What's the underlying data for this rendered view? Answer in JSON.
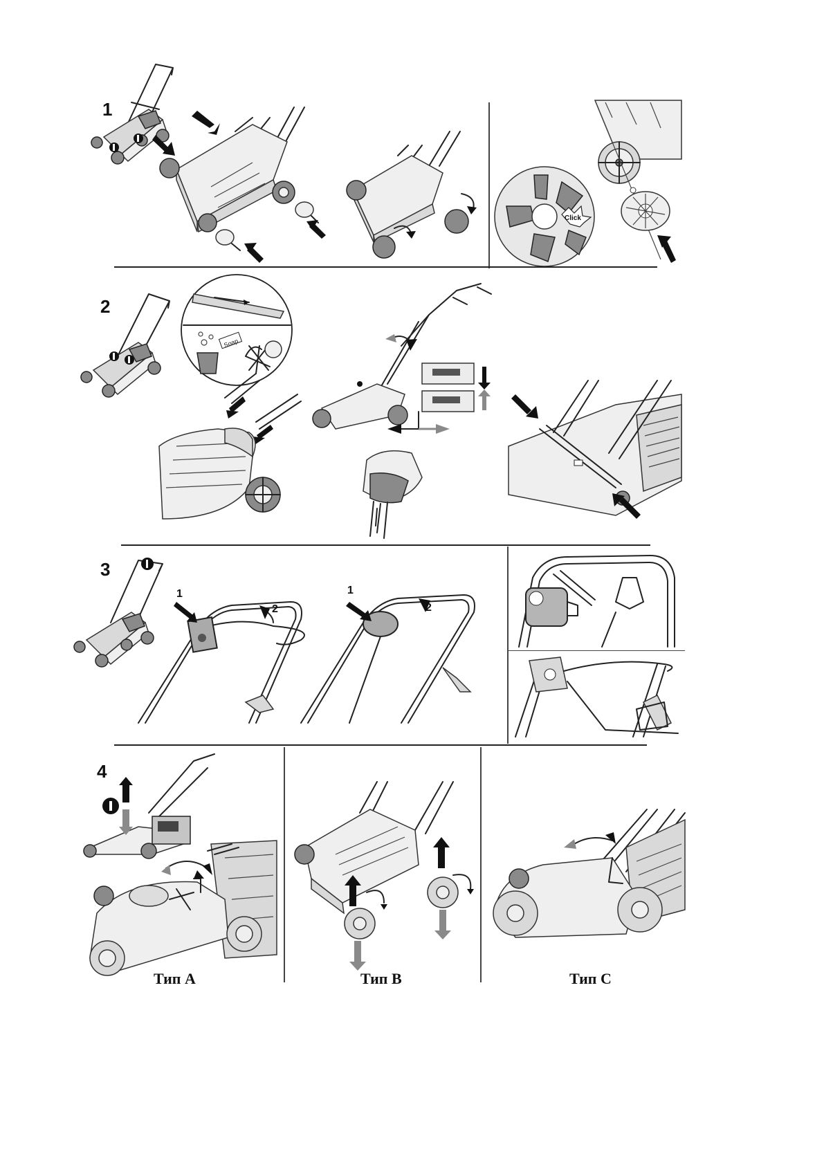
{
  "steps": [
    {
      "number": "1"
    },
    {
      "number": "2"
    },
    {
      "number": "3",
      "sub_labels": [
        "1",
        "2",
        "1",
        "2"
      ]
    },
    {
      "number": "4"
    }
  ],
  "step1": {
    "click_label": "Click"
  },
  "step2": {
    "soap_label": "Soap"
  },
  "step4": {
    "types": [
      {
        "caption": "Тип А"
      },
      {
        "caption": "Тип В"
      },
      {
        "caption": "Тип С"
      }
    ]
  },
  "colors": {
    "ink": "#222222",
    "shade": "#d9d9d9",
    "arrow_black": "#111111",
    "arrow_grey": "#8a8a8a"
  }
}
